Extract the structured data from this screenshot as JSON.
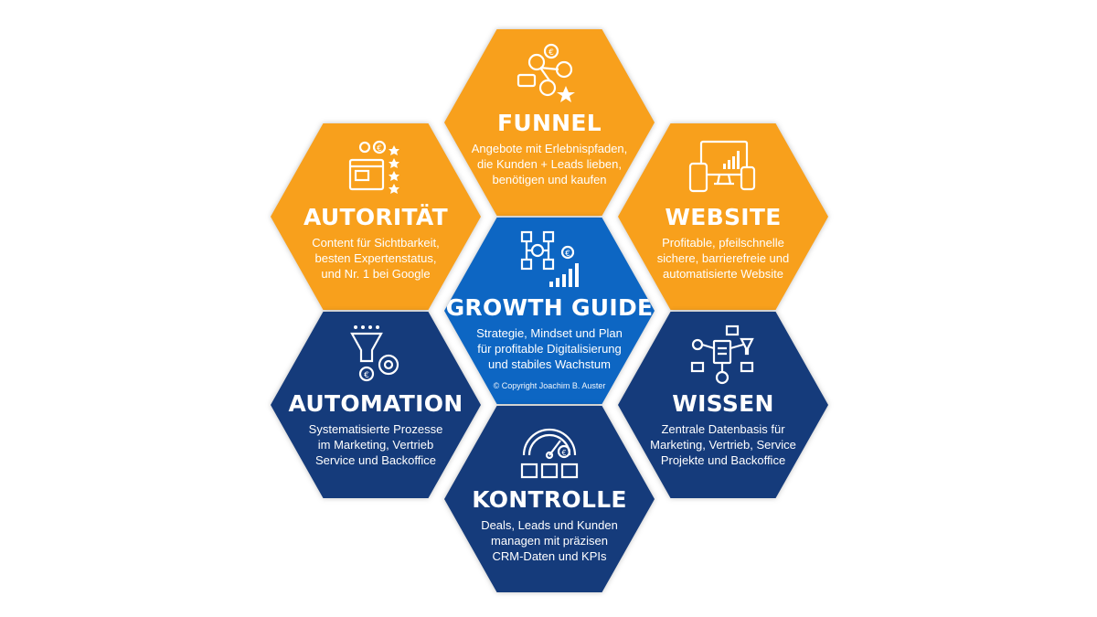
{
  "hexagons": {
    "funnel": {
      "title": "FUNNEL",
      "lines": [
        "Angebote mit Erlebnispfaden,",
        "die Kunden + Leads lieben,",
        "benötigen und kaufen"
      ]
    },
    "autoritaet": {
      "title": "AUTORITÄT",
      "lines": [
        "Content für Sichtbarkeit,",
        "besten Expertenstatus,",
        "und Nr. 1 bei Google"
      ]
    },
    "website": {
      "title": "WEBSITE",
      "lines": [
        "Profitable, pfeilschnelle",
        "sichere, barrierefreie und",
        "automatisierte Website"
      ]
    },
    "growth": {
      "title": "GROWTH GUIDE",
      "lines": [
        "Strategie, Mindset und Plan",
        "für profitable Digitalisierung",
        "und stabiles Wachstum"
      ],
      "copyright": "© Copyright Joachim B. Auster"
    },
    "automation": {
      "title": "AUTOMATION",
      "lines": [
        "Systematisierte Prozesse",
        "im Marketing, Vertrieb",
        "Service und Backoffice"
      ]
    },
    "wissen": {
      "title": "WISSEN",
      "lines": [
        "Zentrale Datenbasis für",
        "Marketing, Vertrieb, Service",
        "Projekte und Backoffice"
      ]
    },
    "kontrolle": {
      "title": "KONTROLLE",
      "lines": [
        "Deals, Leads und Kunden",
        "managen mit präzisen",
        "CRM-Daten und KPIs"
      ]
    }
  },
  "icons": {
    "funnel": "people-network-icon",
    "autoritaet": "award-rating-icon",
    "website": "devices-icon",
    "growth": "growth-chart-icon",
    "automation": "funnel-gear-icon",
    "wissen": "knowledge-network-icon",
    "kontrolle": "dashboard-gauge-icon"
  },
  "colors": {
    "orange": "#f8a01c",
    "navy": "#153b7b",
    "blue": "#0d66c3"
  }
}
